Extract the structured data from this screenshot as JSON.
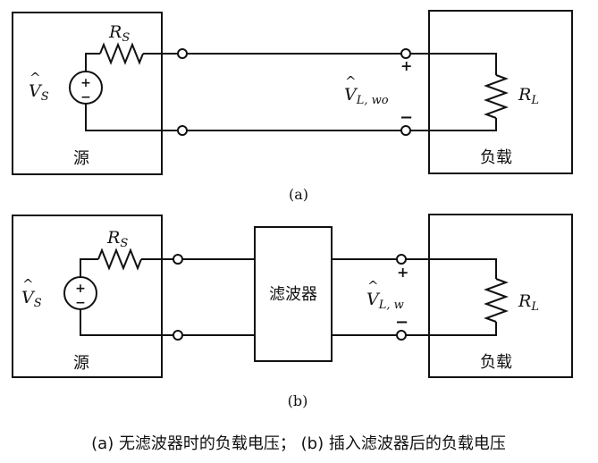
{
  "figure_a": {
    "label": "(a)",
    "source_label": "源",
    "load_label": "负载",
    "source_voltage": {
      "main": "V",
      "hat": "^",
      "sub": "S"
    },
    "source_resistor": {
      "main": "R",
      "sub": "S"
    },
    "load_voltage": {
      "main": "V",
      "hat": "^",
      "sub": "L, wo"
    },
    "load_resistor": {
      "main": "R",
      "sub": "L"
    },
    "plus": "+",
    "minus": "−"
  },
  "figure_b": {
    "label": "(b)",
    "source_label": "源",
    "load_label": "负载",
    "filter_label": "滤波器",
    "source_voltage": {
      "main": "V",
      "hat": "^",
      "sub": "S"
    },
    "source_resistor": {
      "main": "R",
      "sub": "S"
    },
    "load_voltage": {
      "main": "V",
      "hat": "^",
      "sub": "L, w"
    },
    "load_resistor": {
      "main": "R",
      "sub": "L"
    },
    "plus": "+",
    "minus": "−"
  },
  "caption": "(a) 无滤波器时的负载电压； (b) 插入滤波器后的负载电压"
}
